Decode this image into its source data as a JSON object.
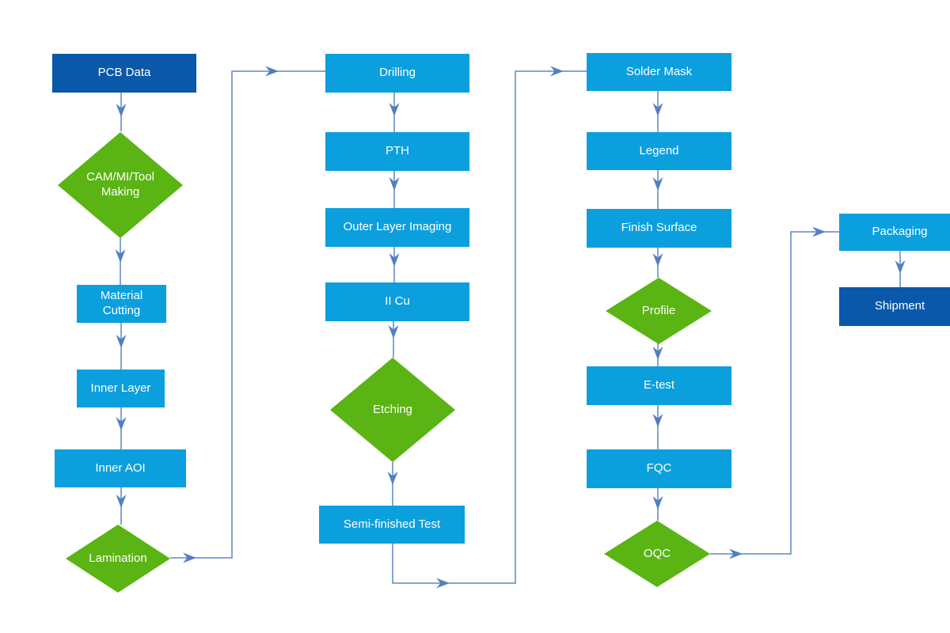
{
  "diagram_type": "flowchart",
  "colors": {
    "process_box": "#0c9fde",
    "terminal_box": "#0a58a9",
    "decision_diamond": "#5ab414",
    "connector": "#5b87c5",
    "arrowhead": "#537fc1",
    "label_text": "#ffffff",
    "background": "#ffffff"
  },
  "nodes": {
    "pcb_data": {
      "label": "PCB Data",
      "shape": "rectangle",
      "fill": "terminal_box"
    },
    "cam_mi_tool_making": {
      "label": "CAM/MI/Tool Making",
      "shape": "diamond",
      "fill": "decision_diamond"
    },
    "material_cutting": {
      "label": "Material Cutting",
      "shape": "rectangle",
      "fill": "process_box"
    },
    "inner_layer": {
      "label": "Inner Layer",
      "shape": "rectangle",
      "fill": "process_box"
    },
    "inner_aoi": {
      "label": "Inner AOI",
      "shape": "rectangle",
      "fill": "process_box"
    },
    "lamination": {
      "label": "Lamination",
      "shape": "diamond",
      "fill": "decision_diamond"
    },
    "drilling": {
      "label": "Drilling",
      "shape": "rectangle",
      "fill": "process_box"
    },
    "pth": {
      "label": "PTH",
      "shape": "rectangle",
      "fill": "process_box"
    },
    "outer_layer_imaging": {
      "label": "Outer Layer Imaging",
      "shape": "rectangle",
      "fill": "process_box"
    },
    "ii_cu": {
      "label": "II Cu",
      "shape": "rectangle",
      "fill": "process_box"
    },
    "etching": {
      "label": "Etching",
      "shape": "diamond",
      "fill": "decision_diamond"
    },
    "semi_finished_test": {
      "label": "Semi-finished Test",
      "shape": "rectangle",
      "fill": "process_box"
    },
    "solder_mask": {
      "label": "Solder Mask",
      "shape": "rectangle",
      "fill": "process_box"
    },
    "legend": {
      "label": "Legend",
      "shape": "rectangle",
      "fill": "process_box"
    },
    "finish_surface": {
      "label": "Finish Surface",
      "shape": "rectangle",
      "fill": "process_box"
    },
    "profile": {
      "label": "Profile",
      "shape": "diamond",
      "fill": "decision_diamond"
    },
    "e_test": {
      "label": "E-test",
      "shape": "rectangle",
      "fill": "process_box"
    },
    "fqc": {
      "label": "FQC",
      "shape": "rectangle",
      "fill": "process_box"
    },
    "oqc": {
      "label": "OQC",
      "shape": "diamond",
      "fill": "decision_diamond"
    },
    "packaging": {
      "label": "Packaging",
      "shape": "rectangle",
      "fill": "process_box"
    },
    "shipment": {
      "label": "Shipment",
      "shape": "rectangle",
      "fill": "terminal_box"
    }
  },
  "edges": [
    {
      "from": "PCB Data",
      "to": "CAM/MI/Tool Making"
    },
    {
      "from": "CAM/MI/Tool Making",
      "to": "Material Cutting"
    },
    {
      "from": "Material Cutting",
      "to": "Inner Layer"
    },
    {
      "from": "Inner Layer",
      "to": "Inner AOI"
    },
    {
      "from": "Inner AOI",
      "to": "Lamination"
    },
    {
      "from": "Lamination",
      "to": "Drilling"
    },
    {
      "from": "Drilling",
      "to": "PTH"
    },
    {
      "from": "PTH",
      "to": "Outer Layer Imaging"
    },
    {
      "from": "Outer Layer Imaging",
      "to": "II Cu"
    },
    {
      "from": "II Cu",
      "to": "Etching"
    },
    {
      "from": "Etching",
      "to": "Semi-finished Test"
    },
    {
      "from": "Semi-finished Test",
      "to": "Solder Mask"
    },
    {
      "from": "Solder Mask",
      "to": "Legend"
    },
    {
      "from": "Legend",
      "to": "Finish Surface"
    },
    {
      "from": "Finish Surface",
      "to": "Profile"
    },
    {
      "from": "Profile",
      "to": "E-test"
    },
    {
      "from": "E-test",
      "to": "FQC"
    },
    {
      "from": "FQC",
      "to": "OQC"
    },
    {
      "from": "OQC",
      "to": "Packaging"
    },
    {
      "from": "Packaging",
      "to": "Shipment"
    }
  ]
}
